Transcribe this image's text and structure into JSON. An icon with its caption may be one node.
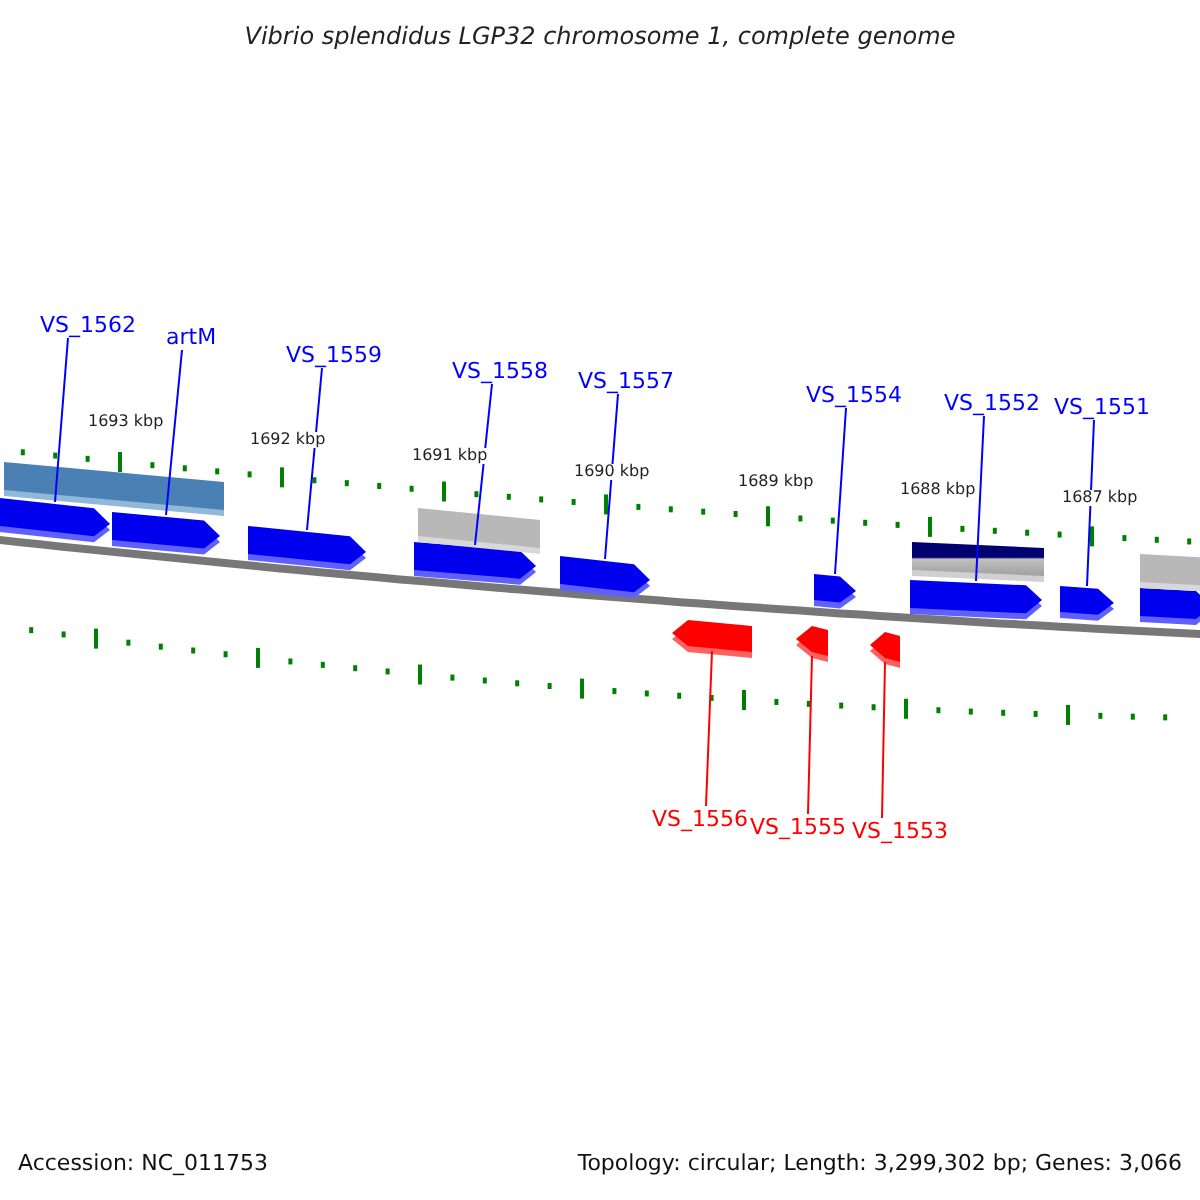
{
  "diagram": {
    "title": "Vibrio splendidus LGP32 chromosome 1, complete genome",
    "nodes": [
      {
        "text": [
          "VS_1562"
        ]
      },
      {
        "text": [
          "artM"
        ]
      },
      {
        "text": [
          "VS_1559"
        ]
      },
      {
        "text": [
          "VS_1558"
        ]
      },
      {
        "text": [
          "VS_1557"
        ]
      },
      {
        "text": [
          "VS_1554"
        ]
      },
      {
        "text": [
          "VS_1552"
        ]
      },
      {
        "text": [
          "VS_1551"
        ]
      },
      {
        "text": [
          "VS_1556"
        ]
      },
      {
        "text": [
          "VS_1555"
        ]
      },
      {
        "text": [
          "VS_1553"
        ]
      },
      {
        "text": [],
        "shape": "arrow"
      },
      {
        "text": [],
        "shape": "arrow"
      },
      {
        "text": [],
        "shape": "arrow"
      },
      {
        "text": [],
        "shape": "arrow"
      },
      {
        "text": [],
        "shape": "arrow"
      },
      {
        "text": [],
        "shape": "arrow"
      },
      {
        "text": [],
        "shape": "arrow"
      },
      {
        "text": [],
        "shape": "arrow"
      },
      {
        "text": [],
        "shape": "arrow"
      },
      {
        "text": [],
        "shape": "arrow"
      },
      {
        "text": [],
        "shape": "arrow"
      },
      {
        "text": [],
        "shape": "arrow"
      },
      {
        "text": [],
        "shape": "bar"
      },
      {
        "text": [],
        "shape": "bar"
      },
      {
        "text": [],
        "shape": "bar"
      },
      {
        "text": [],
        "shape": "bar"
      }
    ],
    "edges": [
      {
        "from": 0,
        "to": 11,
        "arrow": "none"
      },
      {
        "from": 1,
        "to": 12,
        "arrow": "none"
      },
      {
        "from": 2,
        "to": 13,
        "arrow": "none"
      },
      {
        "from": 3,
        "to": 14,
        "arrow": "none"
      },
      {
        "from": 4,
        "to": 15,
        "arrow": "none"
      },
      {
        "from": 5,
        "to": 16,
        "arrow": "none"
      },
      {
        "from": 6,
        "to": 17,
        "arrow": "none"
      },
      {
        "from": 7,
        "to": 18,
        "arrow": "none"
      },
      {
        "from": 8,
        "to": 20,
        "arrow": "none",
        "color": "#ff0000"
      },
      {
        "from": 9,
        "to": 21,
        "arrow": "none",
        "color": "#ff0000"
      },
      {
        "from": 10,
        "to": 22,
        "arrow": "none",
        "color": "#ff0000"
      }
    ],
    "labels": [
      "1693 kbp",
      "1692 kbp",
      "1691 kbp",
      "1690 kbp",
      "1689 kbp",
      "1688 kbp",
      "1687 kbp",
      "Accession: NC_011753",
      "Topology: circular; Length: 3,299,302 bp; Genes: 3,066"
    ]
  }
}
